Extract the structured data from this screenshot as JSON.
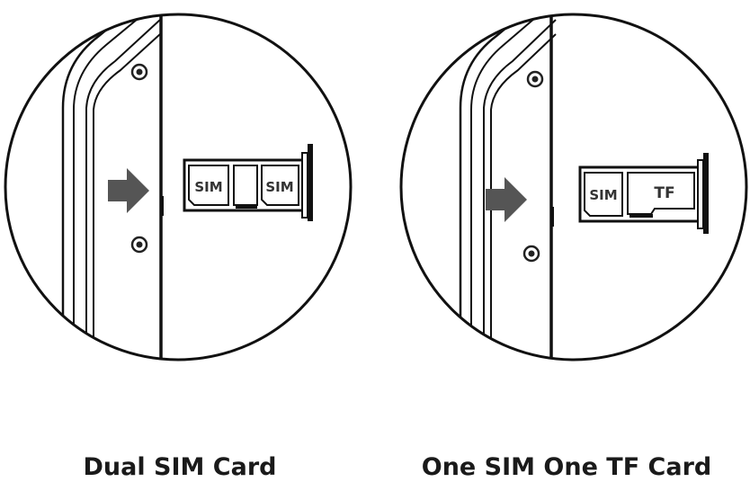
{
  "diagrams": [
    {
      "caption": "Dual SIM Card",
      "slot_labels": [
        "SIM",
        "SIM"
      ]
    },
    {
      "caption": "One SIM One TF Card",
      "slot_labels": [
        "SIM",
        "TF"
      ]
    }
  ],
  "colors": {
    "line": "#111111",
    "arrow": "#555555",
    "screw": "#222222"
  }
}
